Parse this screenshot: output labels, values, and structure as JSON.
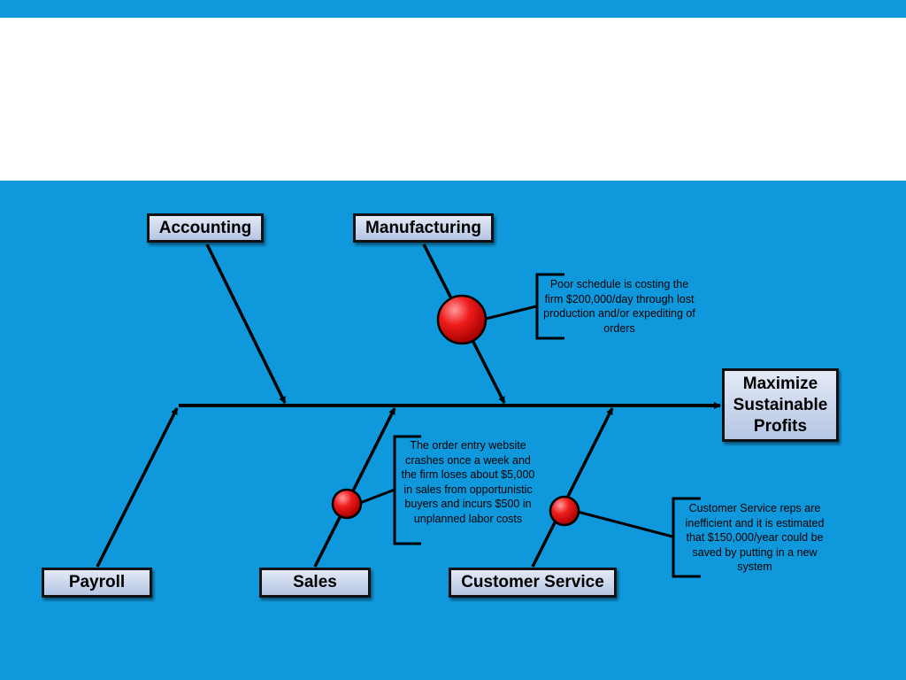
{
  "colors": {
    "background_blue": "#0f99dc",
    "box_fill_top": "#e4eaf6",
    "box_fill_bottom": "#b4c5e4",
    "cause_marker": "#e41a1a",
    "line": "#000000"
  },
  "diagram": {
    "effect": {
      "lines": [
        "Maximize",
        "Sustainable",
        "Profits"
      ]
    },
    "categories": {
      "accounting": "Accounting",
      "manufacturing": "Manufacturing",
      "payroll": "Payroll",
      "sales": "Sales",
      "customer_service": "Customer Service"
    },
    "notes": {
      "manufacturing": "Poor schedule is costing the firm $200,000/day through lost production and/or expediting of orders",
      "sales": "The order entry website crashes once a week and the firm loses about $5,000 in sales from opportunistic buyers and incurs $500 in unplanned labor costs",
      "customer_service": "Customer Service reps are inefficient and it is estimated that $150,000/year could be saved by putting in a new system"
    }
  }
}
